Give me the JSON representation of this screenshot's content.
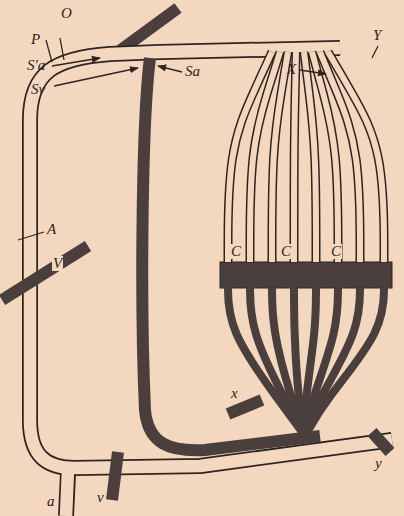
{
  "diagram": {
    "labels": [
      "O",
      "P",
      "S′a",
      "Sa",
      "Sv",
      "X",
      "Y",
      "A",
      "V",
      "C",
      "C",
      "C",
      "x",
      "y",
      "a",
      "v"
    ]
  }
}
